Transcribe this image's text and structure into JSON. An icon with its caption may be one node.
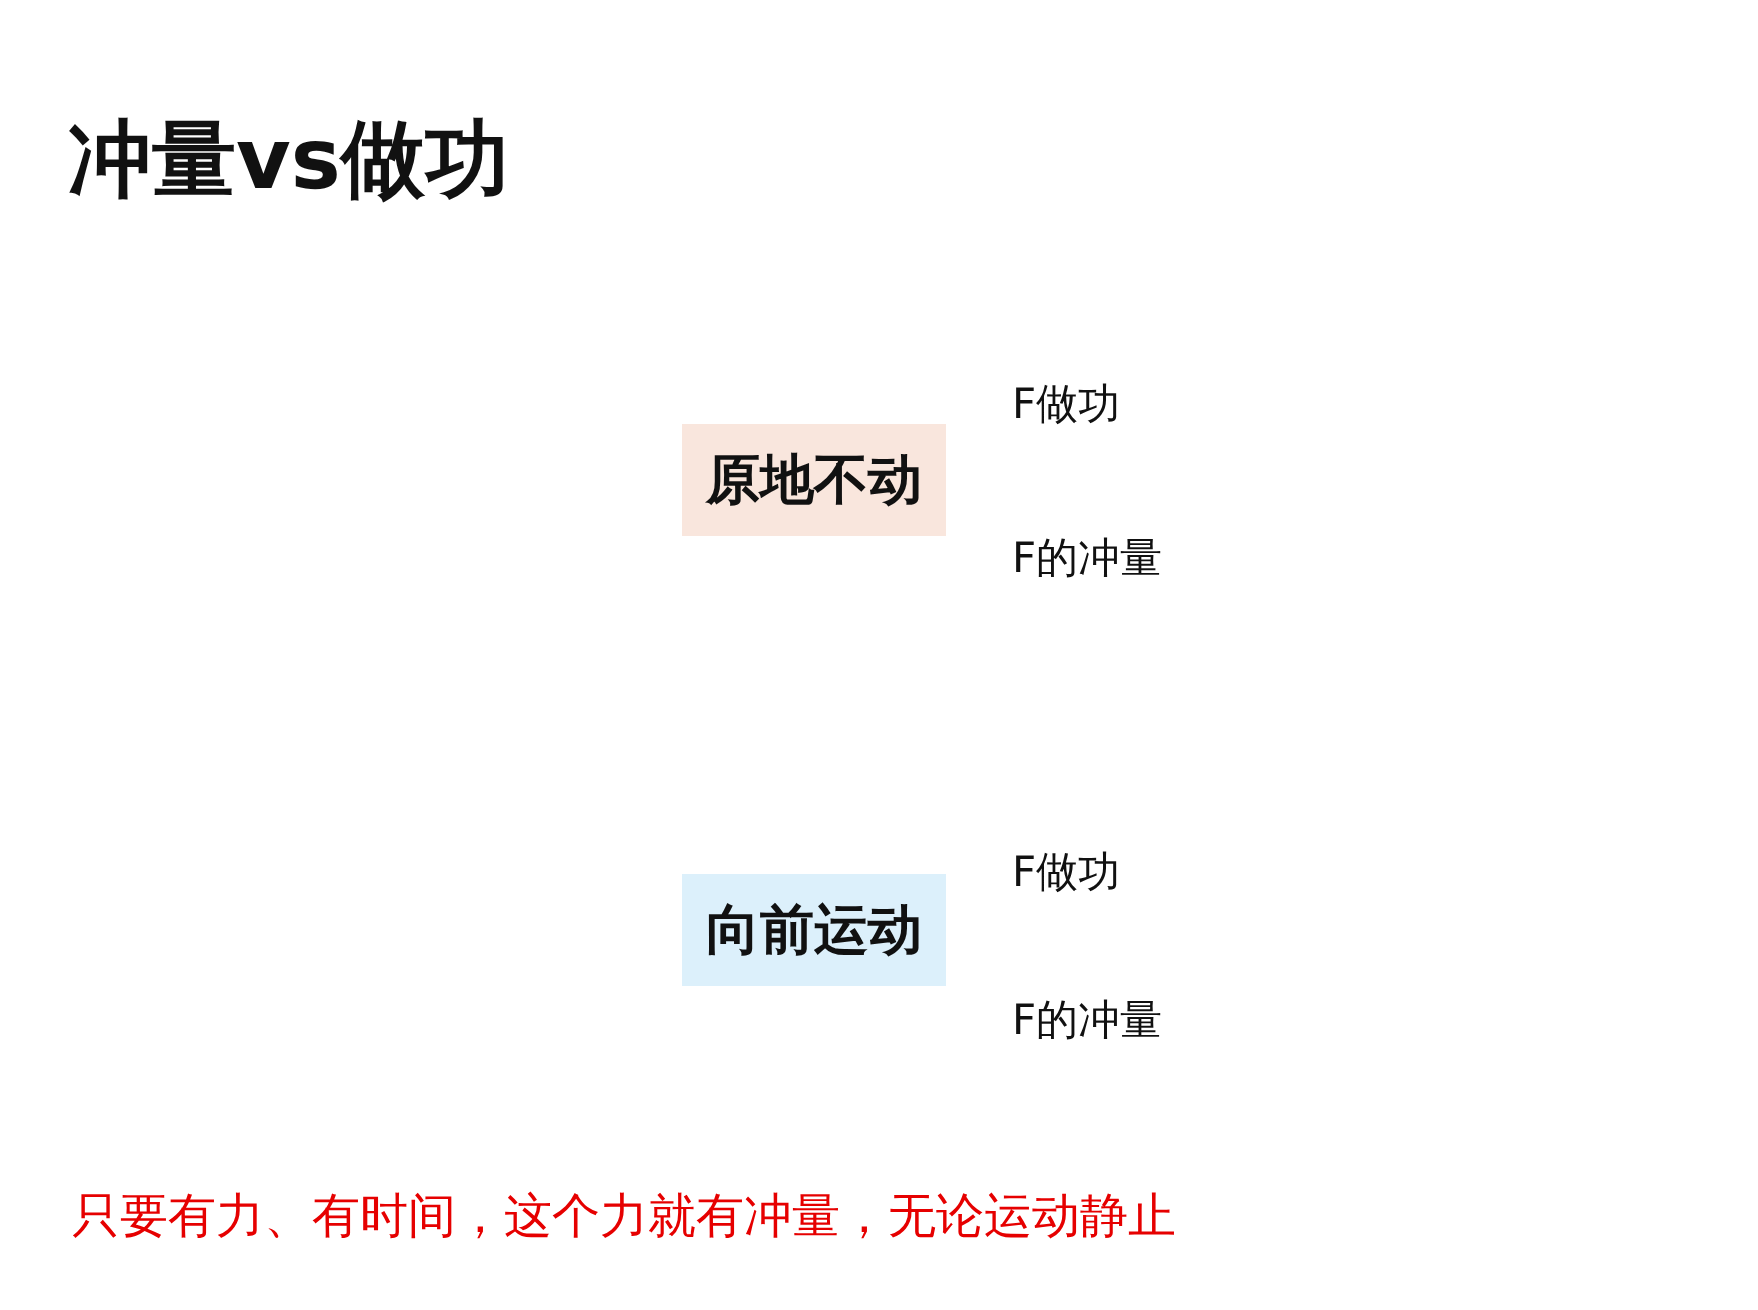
{
  "diagram": {
    "title": "冲量vs做功",
    "nodes": [
      {
        "text": [
          "原地不动"
        ]
      },
      {
        "text": [
          "向前运动"
        ]
      }
    ],
    "labels": [
      "F做功",
      "F的冲量",
      "F做功",
      "F的冲量",
      "只要有力、有时间，这个力就有冲量，无论运动静止"
    ]
  }
}
